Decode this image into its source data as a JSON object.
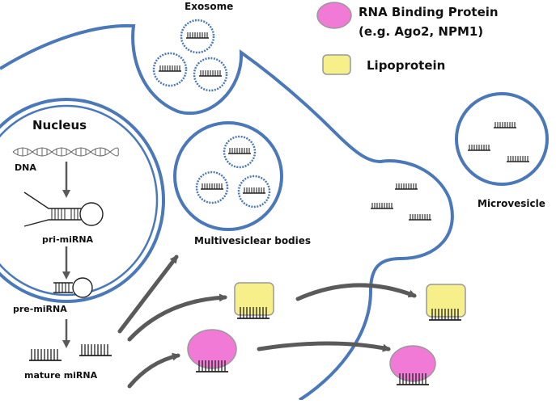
{
  "labels": {
    "exosome": "Exosome",
    "nucleus": "Nucleus",
    "dna": "DNA",
    "pri_mirna": "pri-miRNA",
    "pre_mirna": "pre-miRNA",
    "mature_mirna": "mature miRNA",
    "multivesicular_bodies": "Multivesiclear bodies",
    "microvesicle": "Microvesicle"
  },
  "legend": {
    "rna_binding_protein_line1": "RNA Binding Protein",
    "rna_binding_protein_line2": "(e.g. Ago2, NPM1)",
    "lipoprotein": "Lipoprotein"
  },
  "colors": {
    "membrane": "#4a78b8",
    "rna_binding_protein": "#f07ad6",
    "lipoprotein": "#f7f08a",
    "arrow": "#5a5a5a",
    "mirna": "#222222"
  }
}
